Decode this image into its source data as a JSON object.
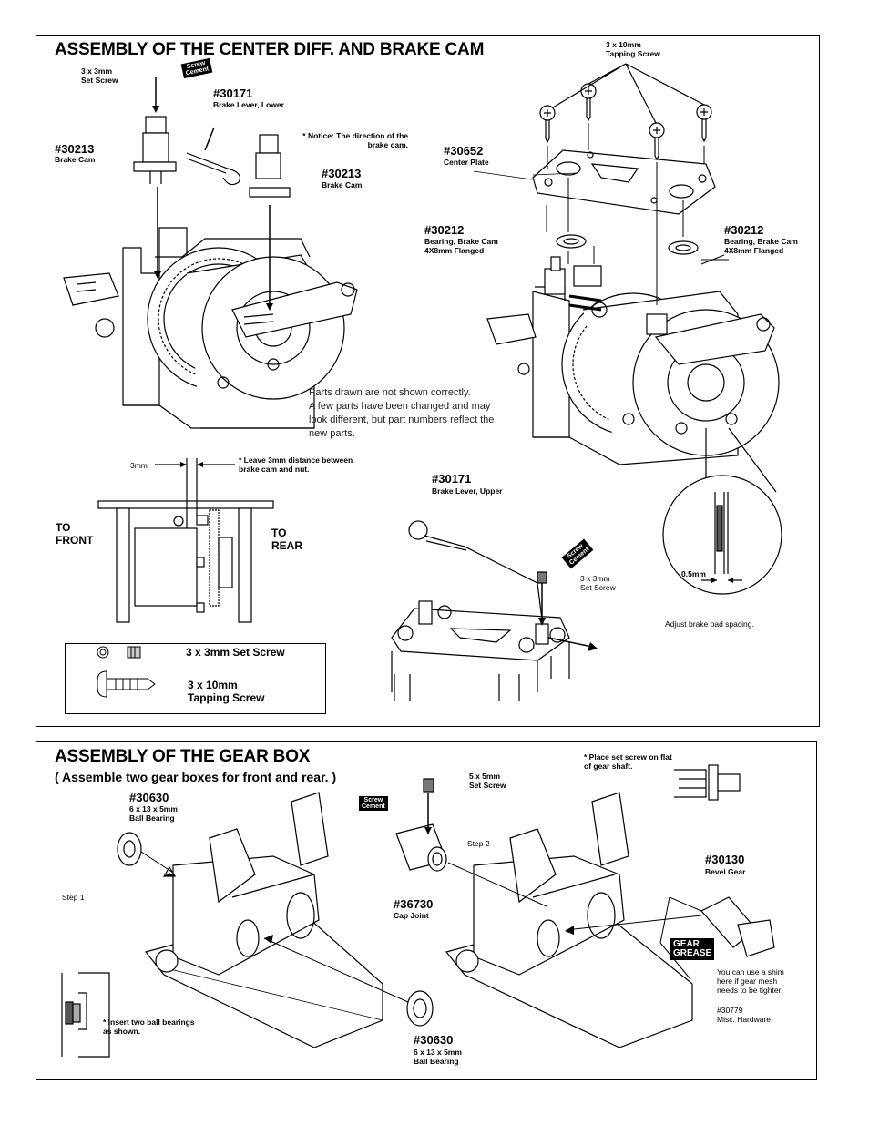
{
  "section1": {
    "title": "ASSEMBLY OF THE CENTER DIFF. AND BRAKE CAM",
    "set_screw_top": "3 x 3mm\nSet Screw",
    "screw_cement": "Screw\nCement",
    "p30171_lower": {
      "num": "#30171",
      "desc": "Brake Lever, Lower"
    },
    "p30213_left": {
      "num": "#30213",
      "desc": "Brake Cam"
    },
    "p30213_right": {
      "num": "#30213",
      "desc": "Brake Cam"
    },
    "notice": "* Notice: The direction of the\nbrake cam.",
    "tapping_screw_top": "3 x 10mm\nTapping Screw",
    "p30652": {
      "num": "#30652",
      "desc": "Center Plate"
    },
    "p30212_left": {
      "num": "#30212",
      "desc": "Bearing, Brake Cam\n4X8mm Flanged"
    },
    "p30212_right": {
      "num": "#30212",
      "desc": "Bearing, Brake Cam\n4X8mm Flanged"
    },
    "parts_note": "Parts drawn are not shown correctly.\nA few parts have been changed and may\nlook different, but part numbers reflect the\nnew parts.",
    "dim_3mm": "3mm",
    "leave_note": "* Leave 3mm distance between\nbrake cam and nut.",
    "to_front": "TO\nFRONT",
    "to_rear": "TO\nREAR",
    "p30171_upper": {
      "num": "#30171",
      "desc": "Brake Lever, Upper"
    },
    "set_screw_mid": "3 x 3mm\nSet Screw",
    "dim_05mm": "0.5mm",
    "adjust_note": "Adjust brake pad spacing.",
    "legend": {
      "set_screw": "3 x 3mm Set Screw",
      "tapping_screw": "3 x 10mm\nTapping Screw"
    }
  },
  "section2": {
    "title": "ASSEMBLY OF THE GEAR BOX",
    "subtitle": "( Assemble two gear boxes for front and rear. )",
    "p30630_top": {
      "num": "#30630",
      "desc": "6 x 13 x 5mm\nBall Bearing"
    },
    "step1": "Step 1",
    "insert_note": "* Insert two ball bearings\nas shown.",
    "p30630_bottom": {
      "num": "#30630",
      "desc": "6 x 13 x 5mm\nBall Bearing"
    },
    "screw_cement": "Screw\nCement",
    "set_screw": "5 x 5mm\nSet Screw",
    "step2": "Step 2",
    "p36730": {
      "num": "#36730",
      "desc": "Cap Joint"
    },
    "place_note": "* Place set screw on flat\nof gear shaft.",
    "p30130": {
      "num": "#30130",
      "desc": "Bevel Gear"
    },
    "gear_grease": "GEAR\nGREASE",
    "shim_note": "You can use a shim\nhere if gear mesh\nneeds to be tighter.",
    "misc": "#30779\nMisc. Hardware"
  }
}
